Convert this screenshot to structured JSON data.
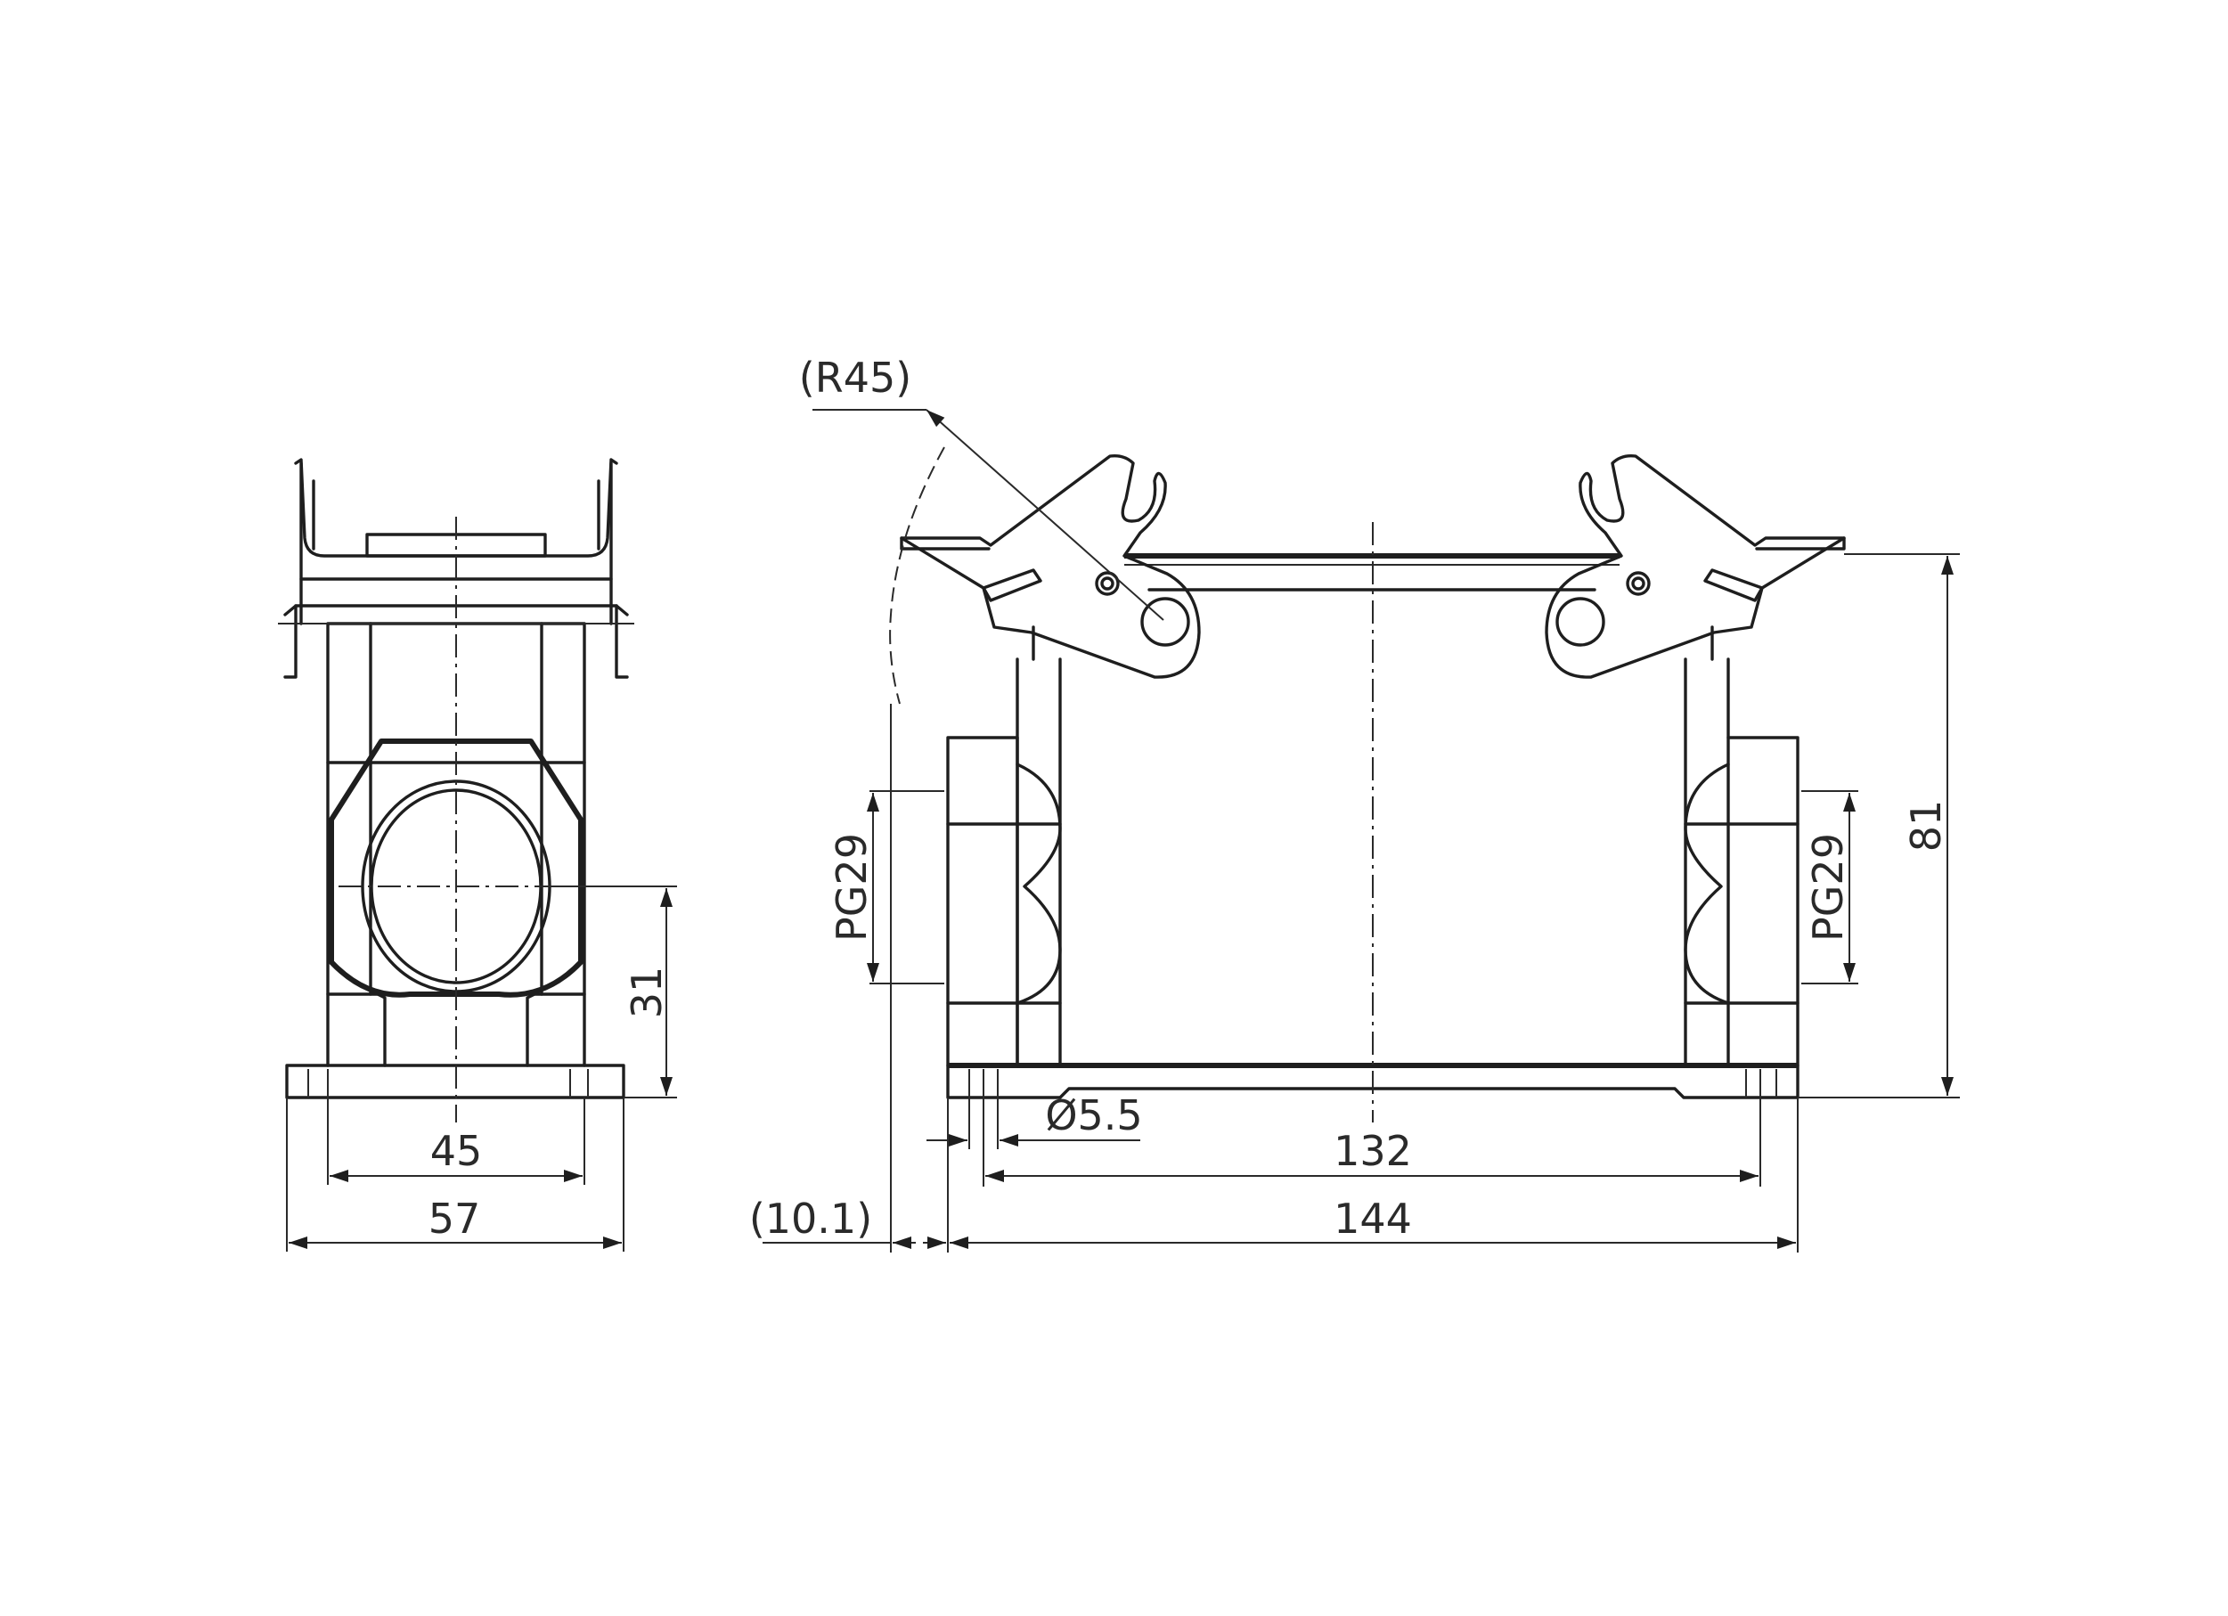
{
  "drawing": {
    "dimensions": {
      "radius": "(R45)",
      "height_81": "81",
      "pg29_left": "PG29",
      "pg29_right": "PG29",
      "hole_diameter": "Ø5.5",
      "width_132": "132",
      "offset_10_1": "(10.1)",
      "width_144": "144",
      "height_31": "31",
      "width_45": "45",
      "width_57": "57"
    },
    "colors": {
      "line": "#1e1e1e",
      "background": "#ffffff"
    }
  }
}
